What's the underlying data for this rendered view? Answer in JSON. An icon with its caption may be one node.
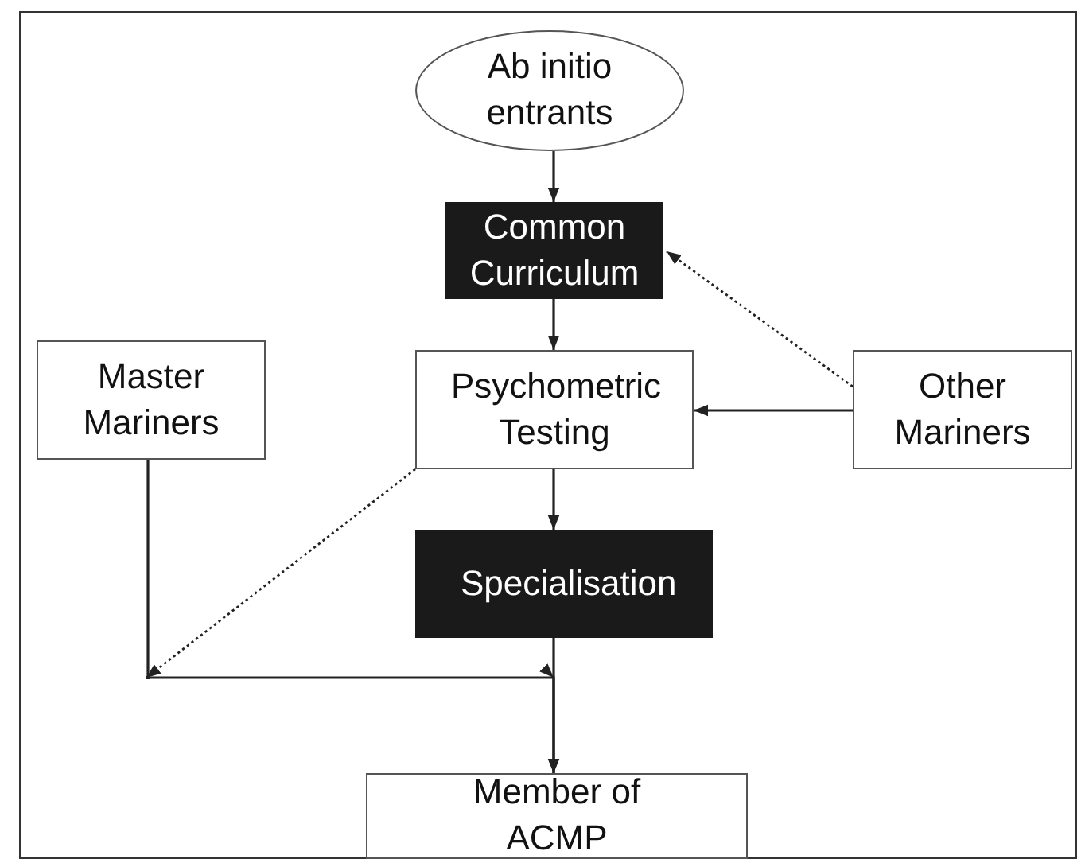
{
  "diagram": {
    "nodes": [
      {
        "text": [
          "Ab initio entrants"
        ]
      },
      {
        "text": [
          "Common Curriculum"
        ]
      },
      {
        "text": [
          "Master Mariners"
        ]
      },
      {
        "text": [
          "Psychometric Testing"
        ]
      },
      {
        "text": [
          "Other Mariners"
        ]
      },
      {
        "text": [
          "Specialisation"
        ]
      },
      {
        "text": [],
        "shape": "point"
      },
      {
        "text": [
          "Member of ACMP"
        ]
      }
    ],
    "edges": [
      {
        "from": 0,
        "to": 1,
        "arrow": "to"
      },
      {
        "from": 1,
        "to": 3,
        "arrow": "to"
      },
      {
        "from": 4,
        "to": 3,
        "arrow": "to"
      },
      {
        "from": 4,
        "to": 1,
        "arrow": "to",
        "style": "dashed"
      },
      {
        "from": 3,
        "to": 5,
        "arrow": "to"
      },
      {
        "from": 2,
        "to": 6,
        "arrow": "none"
      },
      {
        "from": 3,
        "to": 6,
        "arrow": "to",
        "style": "dashed"
      },
      {
        "from": 6,
        "to": 7,
        "arrow": "to"
      },
      {
        "from": 5,
        "to": 7,
        "arrow": "to"
      }
    ]
  }
}
